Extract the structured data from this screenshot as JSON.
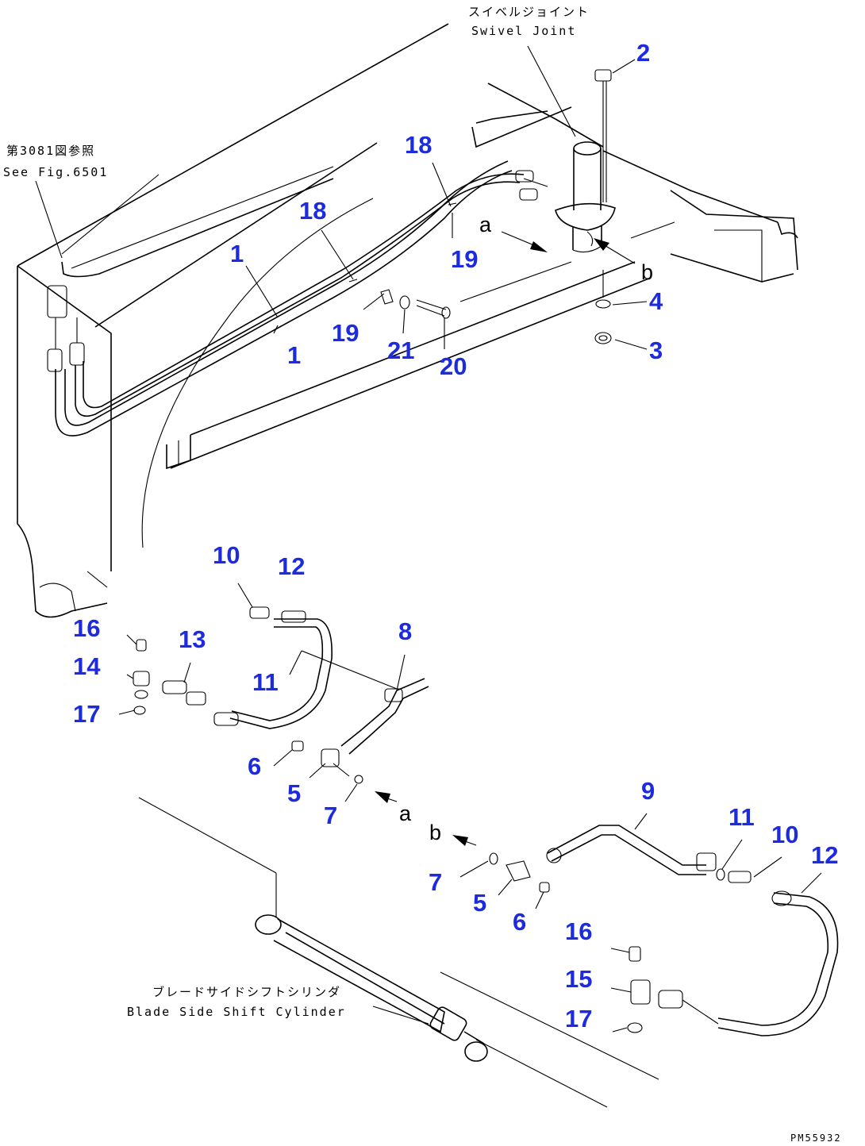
{
  "annotations": {
    "swivel_jp": "スイベルジョイント",
    "swivel_en": "Swivel Joint",
    "see_fig_jp": "第3081図参照",
    "see_fig_en": "See Fig.6501",
    "blade_jp": "ブレードサイドシフトシリンダ",
    "blade_en": "Blade Side Shift Cylinder",
    "drawing_code": "PM55932"
  },
  "view_refs": {
    "a": "a",
    "b": "b"
  },
  "part_numbers": [
    {
      "id": "p2",
      "label": "2"
    },
    {
      "id": "p18a",
      "label": "18"
    },
    {
      "id": "p18b",
      "label": "18"
    },
    {
      "id": "p1a",
      "label": "1"
    },
    {
      "id": "p1b",
      "label": "1"
    },
    {
      "id": "p19a",
      "label": "19"
    },
    {
      "id": "p19b",
      "label": "19"
    },
    {
      "id": "p4",
      "label": "4"
    },
    {
      "id": "p3",
      "label": "3"
    },
    {
      "id": "p21",
      "label": "21"
    },
    {
      "id": "p20",
      "label": "20"
    },
    {
      "id": "p10a",
      "label": "10"
    },
    {
      "id": "p12a",
      "label": "12"
    },
    {
      "id": "p16a",
      "label": "16"
    },
    {
      "id": "p13",
      "label": "13"
    },
    {
      "id": "p14",
      "label": "14"
    },
    {
      "id": "p17a",
      "label": "17"
    },
    {
      "id": "p11a",
      "label": "11"
    },
    {
      "id": "p8",
      "label": "8"
    },
    {
      "id": "p6a",
      "label": "6"
    },
    {
      "id": "p5a",
      "label": "5"
    },
    {
      "id": "p7a",
      "label": "7"
    },
    {
      "id": "p9",
      "label": "9"
    },
    {
      "id": "p11b",
      "label": "11"
    },
    {
      "id": "p10b",
      "label": "10"
    },
    {
      "id": "p12b",
      "label": "12"
    },
    {
      "id": "p7b",
      "label": "7"
    },
    {
      "id": "p5b",
      "label": "5"
    },
    {
      "id": "p6b",
      "label": "6"
    },
    {
      "id": "p16b",
      "label": "16"
    },
    {
      "id": "p15",
      "label": "15"
    },
    {
      "id": "p17b",
      "label": "17"
    }
  ]
}
